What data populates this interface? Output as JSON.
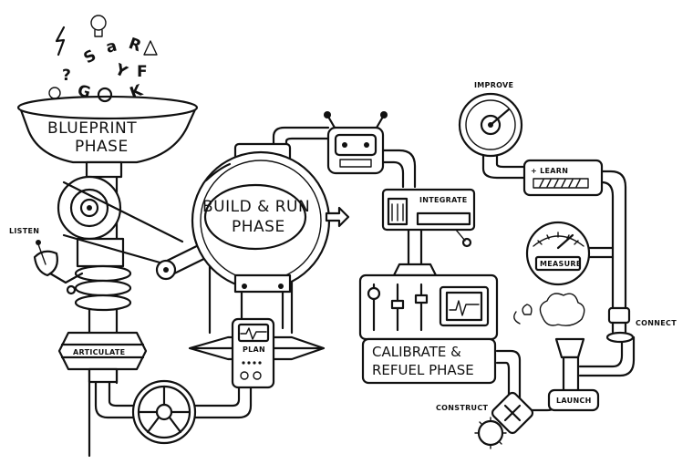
{
  "phases": {
    "blueprint": [
      "BLUEPRINT",
      "PHASE"
    ],
    "build_run": [
      "BUILD & RUN",
      "PHASE"
    ],
    "calibrate": [
      "CALIBRATE &",
      "REFUEL PHASE"
    ]
  },
  "labels": {
    "listen": "LISTEN",
    "articulate": "ARTICULATE",
    "plan": "PLAN",
    "integrate": "INTEGRATE",
    "improve": "IMPROVE",
    "learn": "+ LEARN",
    "measure": "MEASURE",
    "connect": "CONNECT",
    "construct": "CONSTRUCT",
    "launch": "LAUNCH"
  }
}
